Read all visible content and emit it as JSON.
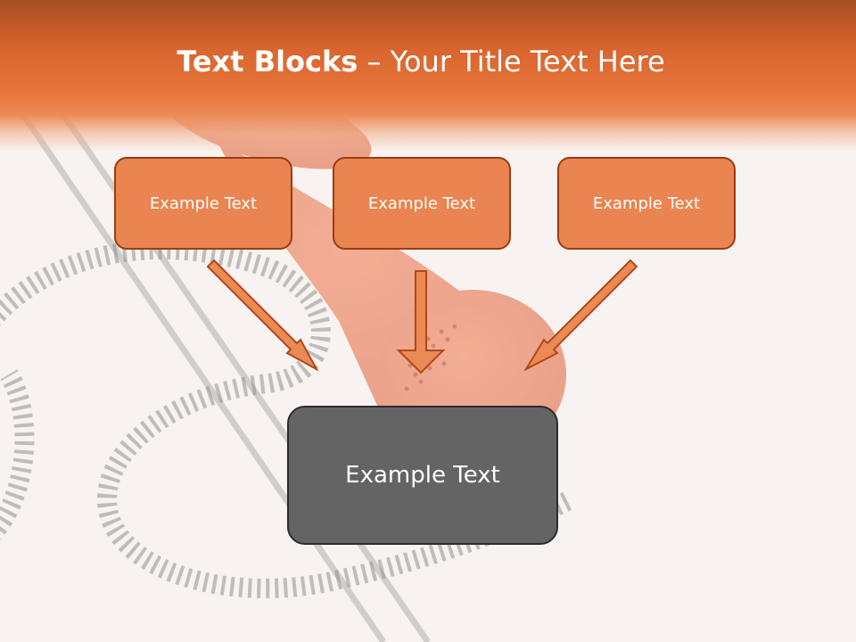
{
  "title": {
    "bold": "Text Blocks",
    "rest": " – Your Title Text Here"
  },
  "blocks": {
    "top_left": "Example Text",
    "top_center": "Example Text",
    "top_right": "Example Text",
    "main": "Example Text"
  },
  "icons": {
    "background": "telephone-handset-photo",
    "arrows": "down-arrow-icon"
  },
  "colors": {
    "header": "#e06a30",
    "block_fill": "#ea8450",
    "block_border": "#9a3c12",
    "main_fill": "#646464",
    "arrow_fill": "#ec8a55"
  }
}
